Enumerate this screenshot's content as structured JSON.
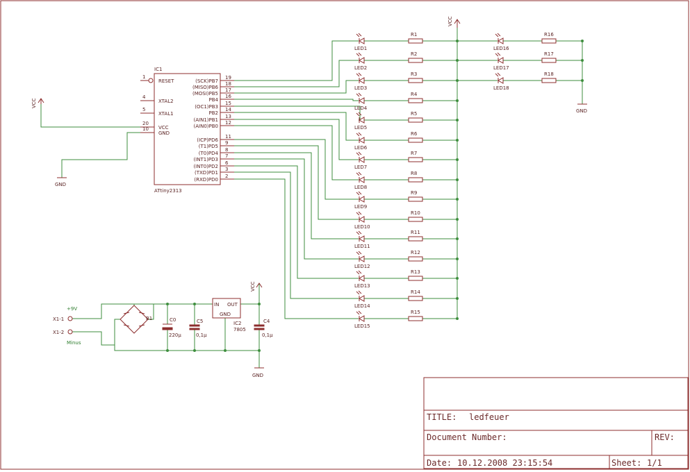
{
  "power": {
    "vcc": "VCC",
    "gnd": "GND"
  },
  "mcu": {
    "name": "IC1",
    "type": "ATtiny2313",
    "left_pins": [
      {
        "num": "1",
        "label": "RESET"
      },
      {
        "num": "4",
        "label": "XTAL2"
      },
      {
        "num": "5",
        "label": "XTAL1"
      },
      {
        "num": "20",
        "label": "VCC"
      },
      {
        "num": "10",
        "label": "GND"
      }
    ],
    "right_pins": [
      {
        "num": "19",
        "label": "(SCK)PB7"
      },
      {
        "num": "18",
        "label": "(MISO)PB6"
      },
      {
        "num": "17",
        "label": "(MOSI)PB5"
      },
      {
        "num": "16",
        "label": "PB4"
      },
      {
        "num": "15",
        "label": "(OC1)PB3"
      },
      {
        "num": "14",
        "label": "PB2"
      },
      {
        "num": "13",
        "label": "(AIN1)PB1"
      },
      {
        "num": "12",
        "label": "(AIN0)PB0"
      },
      {
        "num": "11",
        "label": "(ICP)PD6"
      },
      {
        "num": "9",
        "label": "(T1)PD5"
      },
      {
        "num": "8",
        "label": "(T0)PD4"
      },
      {
        "num": "7",
        "label": "(INT1)PD3"
      },
      {
        "num": "6",
        "label": "(INT0)PD2"
      },
      {
        "num": "3",
        "label": "(TXD)PD1"
      },
      {
        "num": "2",
        "label": "(RXD)PD0"
      }
    ]
  },
  "led_chain": {
    "leds": [
      "LED1",
      "LED2",
      "LED3",
      "LED4",
      "LED5",
      "LED6",
      "LED7",
      "LED8",
      "LED9",
      "LED10",
      "LED11",
      "LED12",
      "LED13",
      "LED14",
      "LED15"
    ],
    "resistors": [
      "R1",
      "R2",
      "R3",
      "R4",
      "R5",
      "R6",
      "R7",
      "R8",
      "R9",
      "R10",
      "R11",
      "R12",
      "R13",
      "R14",
      "R15"
    ]
  },
  "aux_chain": {
    "leds": [
      "LED16",
      "LED17",
      "LED18"
    ],
    "resistors": [
      "R16",
      "R17",
      "R18"
    ]
  },
  "psu": {
    "conn1": "X1-1",
    "conn2": "X1-2",
    "conn1_net": "+9V",
    "conn2_net": "Minus",
    "bridge": "B1",
    "c0_name": "C0",
    "c0_value": "220µ",
    "c5_name": "C5",
    "c5_value": "0,1µ",
    "reg_name": "IC2",
    "reg_value": "7805",
    "reg_in": "IN",
    "reg_out": "OUT",
    "reg_gnd": "GND",
    "c4_name": "C4",
    "c4_value": "0,1µ"
  },
  "title_block": {
    "title_label": "TITLE:",
    "title_value": "ledfeuer",
    "docnum_label": "Document Number:",
    "rev_label": "REV:",
    "date_label": "Date:",
    "date_value": "10.12.2008 23:15:54",
    "sheet_label": "Sheet:",
    "sheet_value": "1/1"
  }
}
